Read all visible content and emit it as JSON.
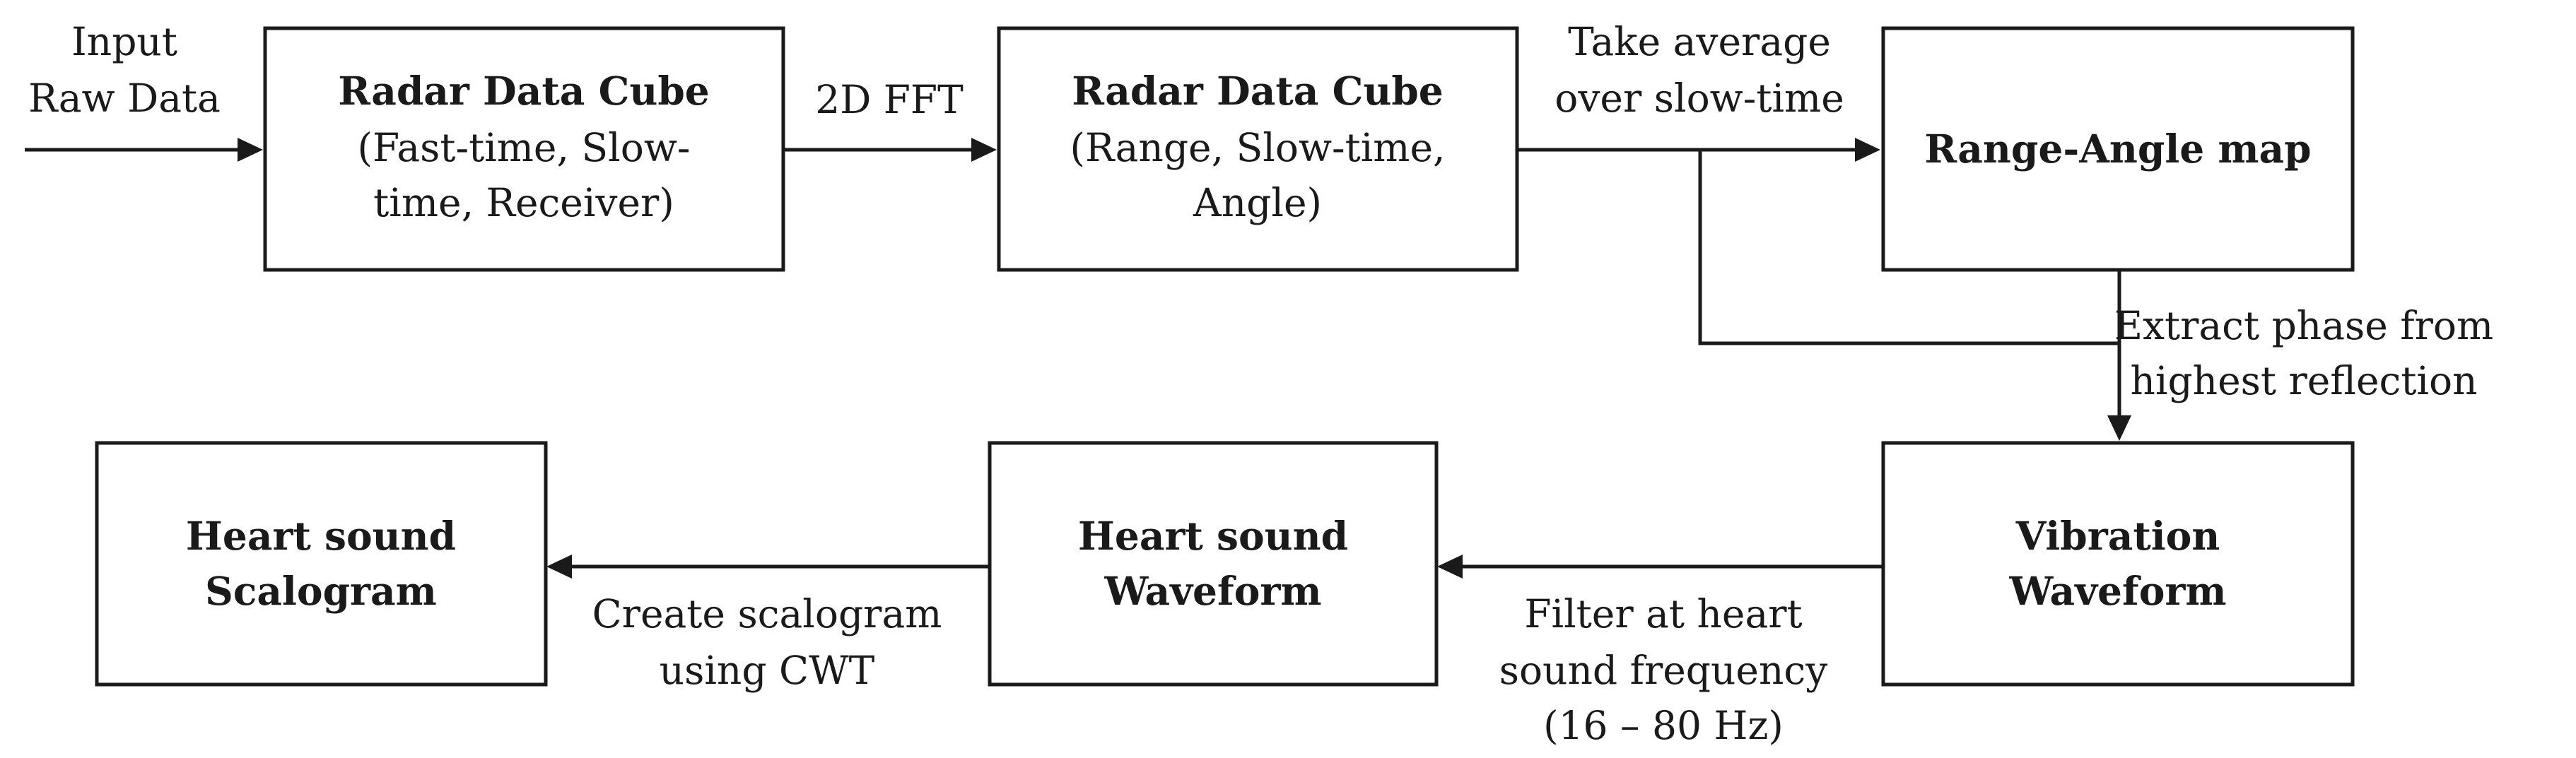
{
  "boxes": {
    "cube_raw": {
      "title": "Radar Data Cube",
      "sub1": "(Fast-time, Slow-",
      "sub2": "time, Receiver)"
    },
    "cube_fft": {
      "title": "Radar Data Cube",
      "sub1": "(Range, Slow-time,",
      "sub2": "Angle)"
    },
    "range_angle": {
      "title": "Range-Angle map"
    },
    "vibration": {
      "title1": "Vibration",
      "title2": "Waveform"
    },
    "hs_waveform": {
      "title1": "Heart sound",
      "title2": "Waveform"
    },
    "hs_scalogram": {
      "title1": "Heart sound",
      "title2": "Scalogram"
    }
  },
  "labels": {
    "input_line1": "Input",
    "input_line2": "Raw Data",
    "fft": "2D FFT",
    "average_line1": "Take average",
    "average_line2": "over slow-time",
    "extract_line1": "Extract phase from",
    "extract_line2": "highest reflection",
    "filter_line1": "Filter at heart",
    "filter_line2": "sound frequency",
    "filter_line3": "(16 – 80 Hz)",
    "cwt_line1": "Create scalogram",
    "cwt_line2": "using CWT"
  }
}
